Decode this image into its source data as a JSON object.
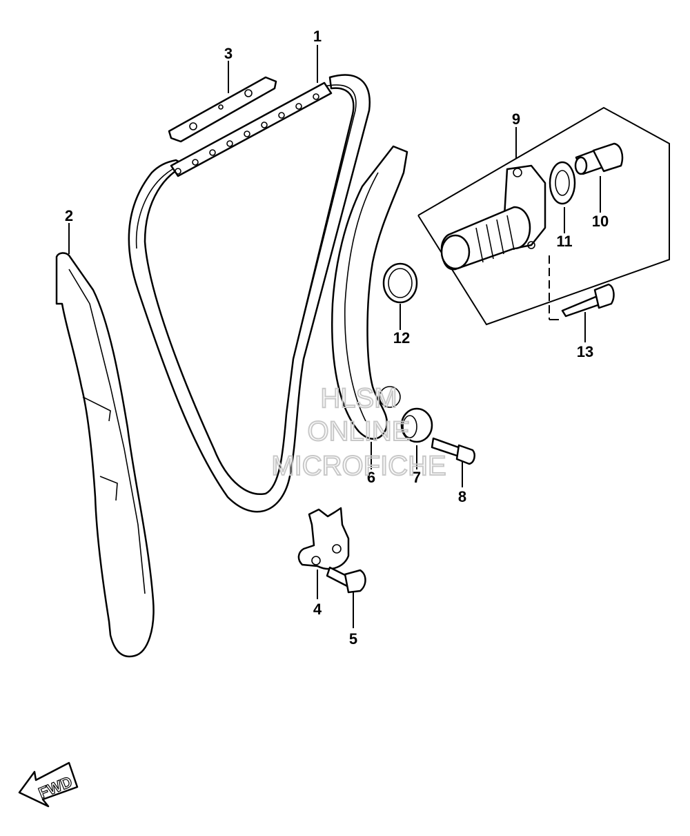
{
  "diagram": {
    "callouts": [
      {
        "id": "1",
        "label": "1"
      },
      {
        "id": "2",
        "label": "2"
      },
      {
        "id": "3",
        "label": "3"
      },
      {
        "id": "4",
        "label": "4"
      },
      {
        "id": "5",
        "label": "5"
      },
      {
        "id": "6",
        "label": "6"
      },
      {
        "id": "7",
        "label": "7"
      },
      {
        "id": "8",
        "label": "8"
      },
      {
        "id": "9",
        "label": "9"
      },
      {
        "id": "10",
        "label": "10"
      },
      {
        "id": "11",
        "label": "11"
      },
      {
        "id": "12",
        "label": "12"
      },
      {
        "id": "13",
        "label": "13"
      }
    ],
    "watermark": {
      "line1": "HLSM",
      "line2": "ONLINE",
      "line3": "MICROFICHE"
    },
    "fwd_label": "FWD"
  }
}
